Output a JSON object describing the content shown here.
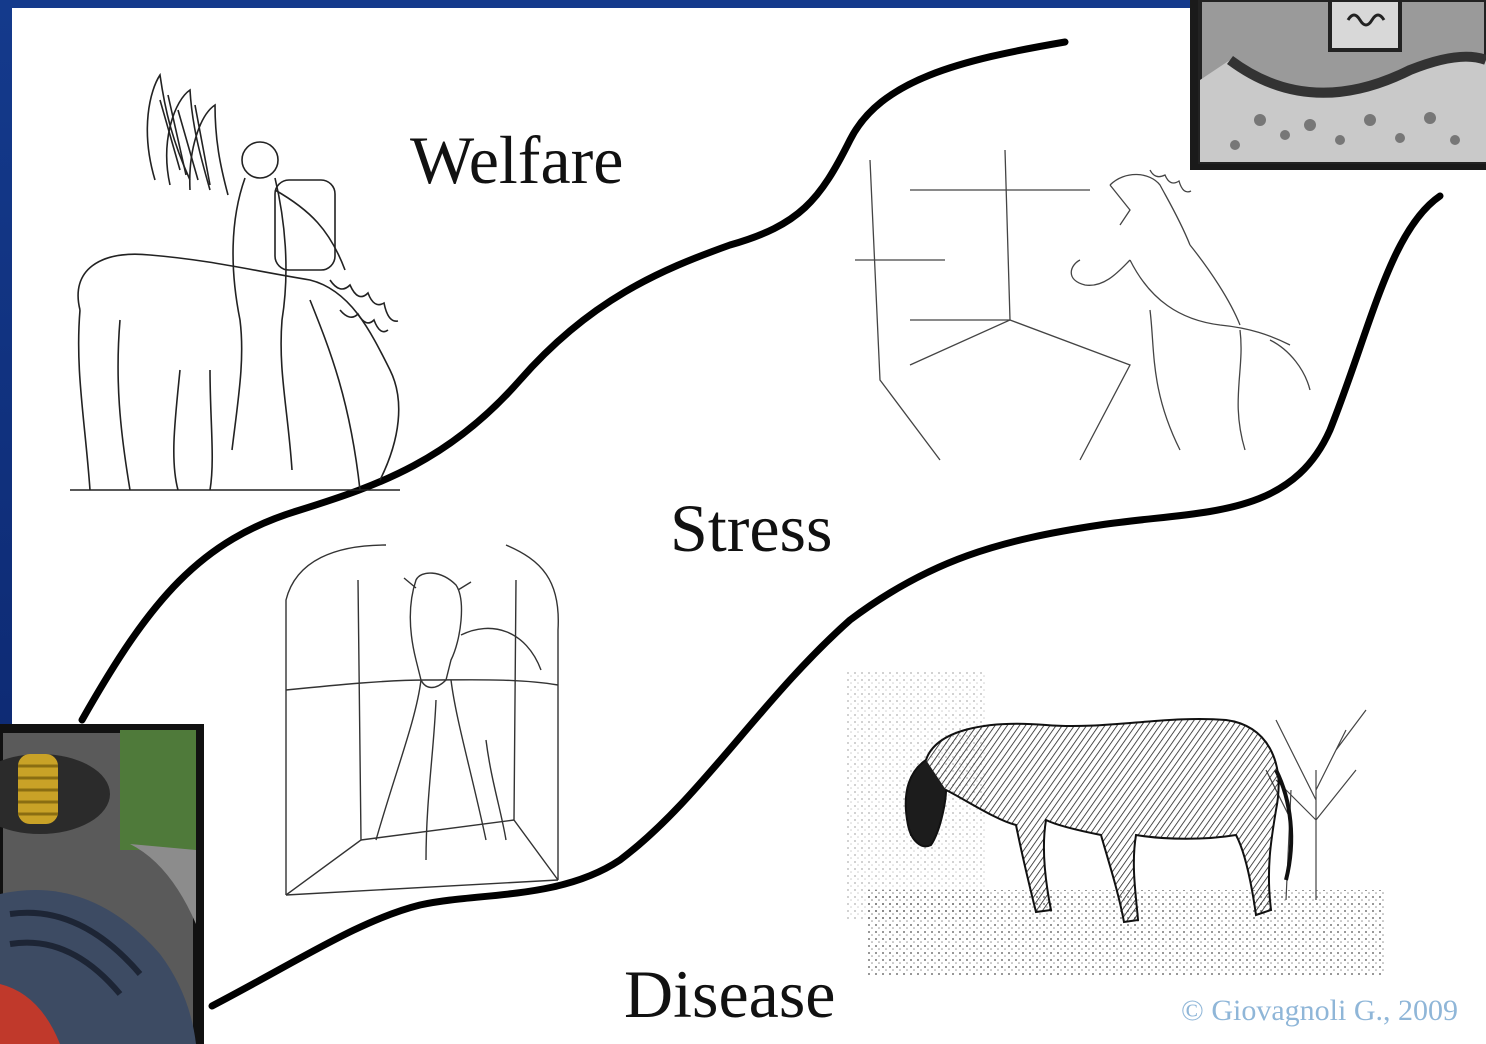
{
  "diagram": {
    "zones": {
      "welfare": "Welfare",
      "stress": "Stress",
      "disease": "Disease"
    },
    "copyright": "© Giovagnoli G., 2009",
    "colors": {
      "frame_blue": "#143a8c",
      "panel_white": "#ffffff",
      "curve_black": "#000000",
      "copyright_blue": "#8fb6d8"
    },
    "illustrations": [
      "pegasus-and-bellerophon-drawing",
      "rearing-horse-in-stall-drawing",
      "tethered-horse-in-stall-drawing",
      "sick-grazing-horse-engraving",
      "mosaic-photo-inset",
      "horse-tack-photo-inset"
    ]
  }
}
